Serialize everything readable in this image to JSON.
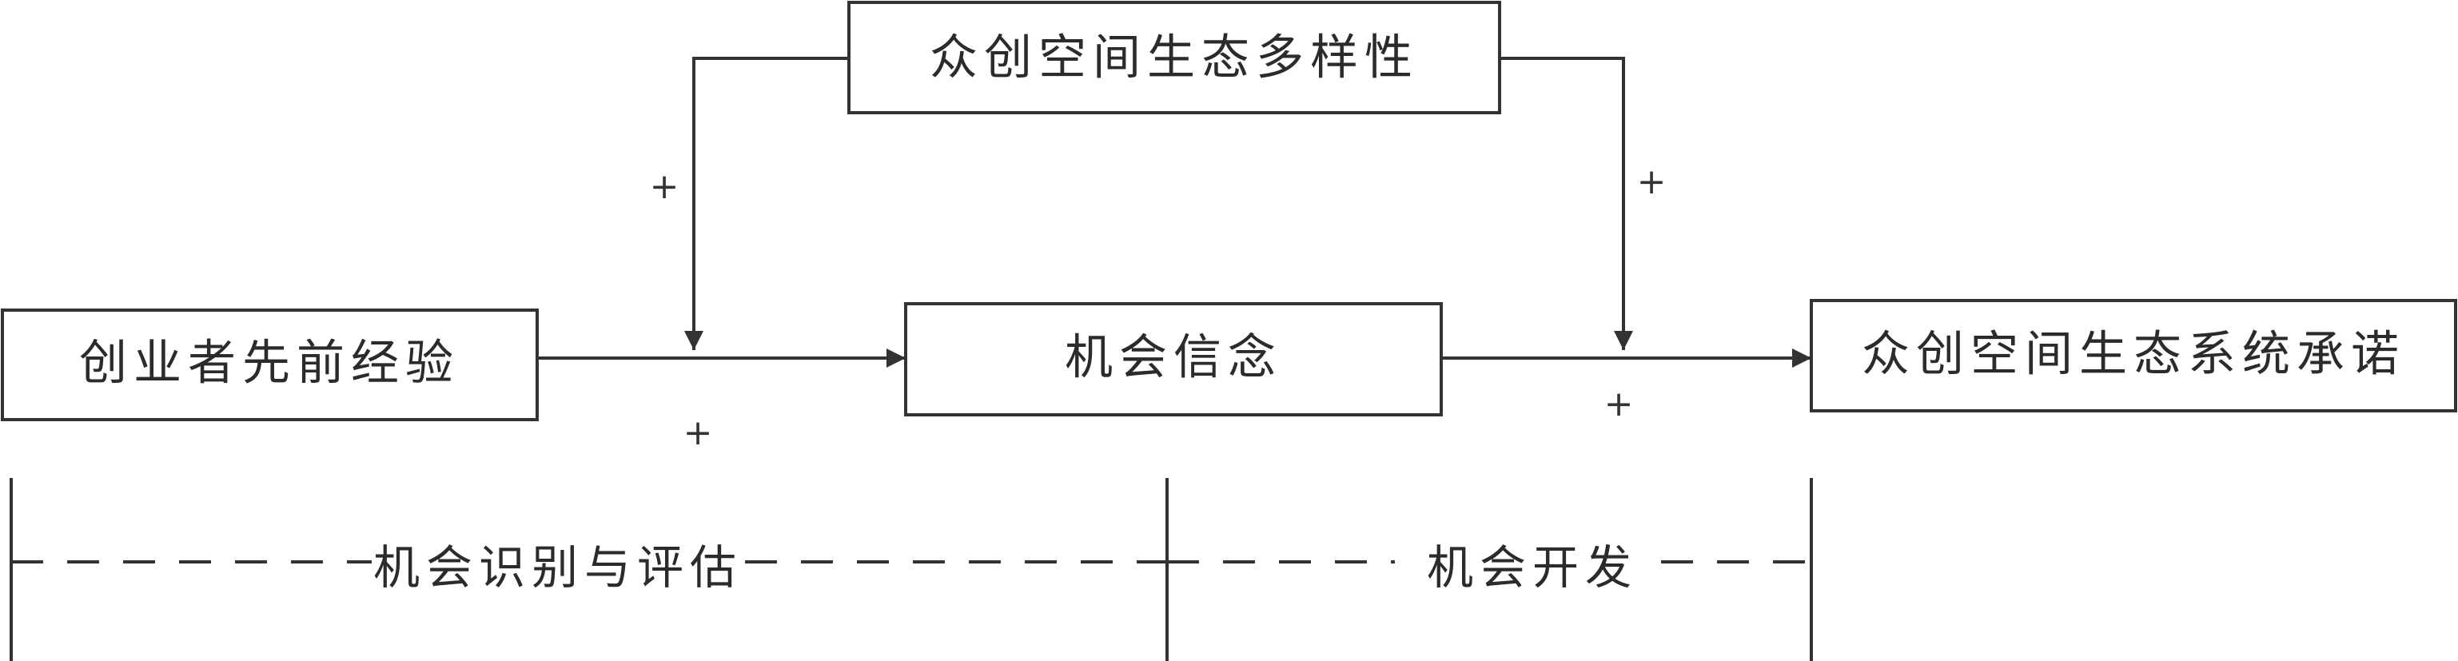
{
  "nodes": {
    "diversity": "众创空间生态多样性",
    "experience": "创业者先前经验",
    "belief": "机会信念",
    "commitment": "众创空间生态系统承诺"
  },
  "signs": {
    "experience_to_belief": "+",
    "diversity_to_experience_link": "+",
    "diversity_to_belief_link": "+",
    "belief_to_commitment": "+"
  },
  "phases": {
    "recognition": "机会识别与评估",
    "development": "机会开发"
  },
  "colors": {
    "stroke": "#333333",
    "text": "#2b2b2b",
    "background": "#ffffff"
  }
}
